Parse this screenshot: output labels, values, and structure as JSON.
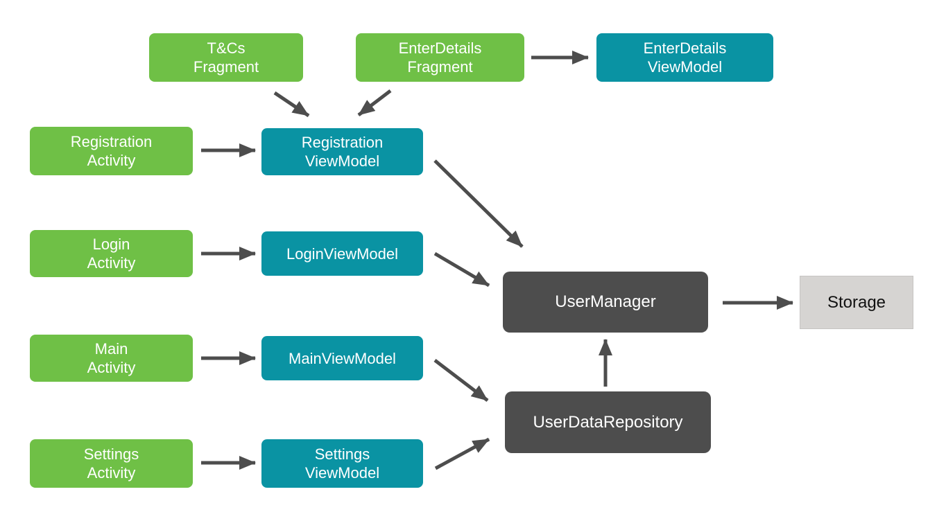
{
  "diagram": {
    "description": "Android app architecture diagram: Activities and Fragments connect to ViewModels, which connect to UserManager and UserDataRepository, which connect to Storage",
    "colors": {
      "background": "#ffffff",
      "activity_fragment": "#6fc046",
      "viewmodel": "#0a93a3",
      "manager": "#4d4d4d",
      "storage_fill": "#d6d4d2",
      "arrow": "#4d4d4d",
      "text_light": "#ffffff",
      "text_dark": "#111111"
    },
    "nodes": [
      {
        "id": "tcs-fragment",
        "role": "fragment",
        "line1": "T&Cs",
        "line2": "Fragment"
      },
      {
        "id": "enterdetails-fragment",
        "role": "fragment",
        "line1": "EnterDetails",
        "line2": "Fragment"
      },
      {
        "id": "enterdetails-viewmodel",
        "role": "viewmodel",
        "line1": "EnterDetails",
        "line2": "ViewModel"
      },
      {
        "id": "registration-activity",
        "role": "activity",
        "line1": "Registration",
        "line2": "Activity"
      },
      {
        "id": "registration-viewmodel",
        "role": "viewmodel",
        "line1": "Registration",
        "line2": "ViewModel"
      },
      {
        "id": "login-activity",
        "role": "activity",
        "line1": "Login",
        "line2": "Activity"
      },
      {
        "id": "login-viewmodel",
        "role": "viewmodel",
        "line1": "LoginViewModel",
        "line2": ""
      },
      {
        "id": "usermanager",
        "role": "manager",
        "line1": "UserManager",
        "line2": ""
      },
      {
        "id": "storage",
        "role": "storage",
        "line1": "Storage",
        "line2": ""
      },
      {
        "id": "main-activity",
        "role": "activity",
        "line1": "Main",
        "line2": "Activity"
      },
      {
        "id": "main-viewmodel",
        "role": "viewmodel",
        "line1": "MainViewModel",
        "line2": ""
      },
      {
        "id": "userdatarepository",
        "role": "repository",
        "line1": "UserDataRepository",
        "line2": ""
      },
      {
        "id": "settings-activity",
        "role": "activity",
        "line1": "Settings",
        "line2": "Activity"
      },
      {
        "id": "settings-viewmodel",
        "role": "viewmodel",
        "line1": "Settings",
        "line2": "ViewModel"
      }
    ],
    "edges": [
      {
        "from": "tcs-fragment",
        "to": "registration-viewmodel"
      },
      {
        "from": "enterdetails-fragment",
        "to": "registration-viewmodel"
      },
      {
        "from": "enterdetails-fragment",
        "to": "enterdetails-viewmodel"
      },
      {
        "from": "registration-activity",
        "to": "registration-viewmodel"
      },
      {
        "from": "registration-viewmodel",
        "to": "usermanager"
      },
      {
        "from": "login-activity",
        "to": "login-viewmodel"
      },
      {
        "from": "login-viewmodel",
        "to": "usermanager"
      },
      {
        "from": "usermanager",
        "to": "storage"
      },
      {
        "from": "main-activity",
        "to": "main-viewmodel"
      },
      {
        "from": "main-viewmodel",
        "to": "userdatarepository"
      },
      {
        "from": "settings-activity",
        "to": "settings-viewmodel"
      },
      {
        "from": "settings-viewmodel",
        "to": "userdatarepository"
      },
      {
        "from": "userdatarepository",
        "to": "usermanager"
      }
    ]
  }
}
